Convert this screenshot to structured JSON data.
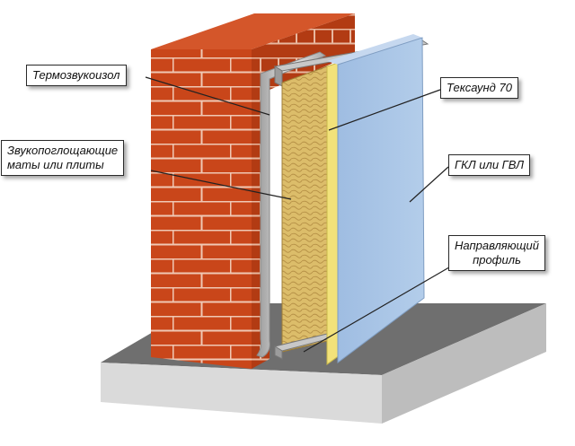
{
  "labels": {
    "thermo": "Термозвукоизол",
    "mats_line1": "Звукопоглощающие",
    "mats_line2": "маты или плиты",
    "texaund": "Тексаунд 70",
    "gkl": "ГКЛ или ГВЛ",
    "profile_line1": "Направляющий",
    "profile_line2": "профиль"
  },
  "colors": {
    "brick": "#c9461a",
    "mortar": "#f0c8b4",
    "floor_top": "#6f6f6f",
    "floor_front": "#d9d9d9",
    "drywall": "#a8c4e6",
    "insulation": "#e0c070",
    "texaund": "#f2e27a",
    "profile": "#c8c8c8"
  }
}
